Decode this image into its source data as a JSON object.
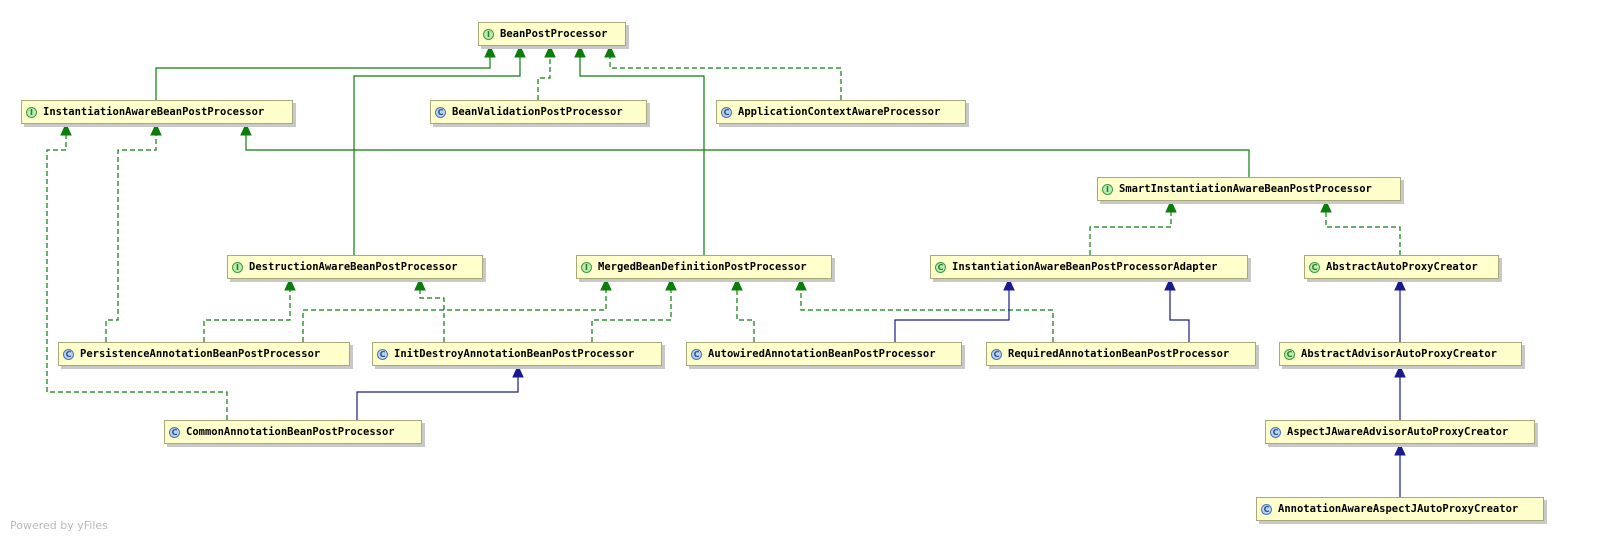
{
  "watermark": "Powered by yFiles",
  "colors": {
    "impl": "#0a7d0a",
    "extends": "#1a1a8c",
    "node_bg": "#ffffcc"
  },
  "nodes": {
    "bpp": {
      "label": "BeanPostProcessor",
      "kind": "interface",
      "icon": "I"
    },
    "iabpp": {
      "label": "InstantiationAwareBeanPostProcessor",
      "kind": "interface",
      "icon": "I"
    },
    "bvpp": {
      "label": "BeanValidationPostProcessor",
      "kind": "class",
      "icon": "C"
    },
    "acap": {
      "label": "ApplicationContextAwareProcessor",
      "kind": "class",
      "icon": "C"
    },
    "siabpp": {
      "label": "SmartInstantiationAwareBeanPostProcessor",
      "kind": "interface",
      "icon": "I"
    },
    "dabpp": {
      "label": "DestructionAwareBeanPostProcessor",
      "kind": "interface",
      "icon": "I"
    },
    "mbdpp": {
      "label": "MergedBeanDefinitionPostProcessor",
      "kind": "interface",
      "icon": "I"
    },
    "iabppa": {
      "label": "InstantiationAwareBeanPostProcessorAdapter",
      "kind": "abstract",
      "icon": "C"
    },
    "aapc": {
      "label": "AbstractAutoProxyCreator",
      "kind": "abstract",
      "icon": "C"
    },
    "pabpp": {
      "label": "PersistenceAnnotationBeanPostProcessor",
      "kind": "class",
      "icon": "C"
    },
    "idabpp": {
      "label": "InitDestroyAnnotationBeanPostProcessor",
      "kind": "class",
      "icon": "C"
    },
    "awabpp": {
      "label": "AutowiredAnnotationBeanPostProcessor",
      "kind": "class",
      "icon": "C"
    },
    "rabpp": {
      "label": "RequiredAnnotationBeanPostProcessor",
      "kind": "class",
      "icon": "C"
    },
    "aaapc": {
      "label": "AbstractAdvisorAutoProxyCreator",
      "kind": "abstract",
      "icon": "C"
    },
    "cabpp": {
      "label": "CommonAnnotationBeanPostProcessor",
      "kind": "class",
      "icon": "C"
    },
    "ajaapc": {
      "label": "AspectJAwareAdvisorAutoProxyCreator",
      "kind": "class",
      "icon": "C"
    },
    "aaajapc": {
      "label": "AnnotationAwareAspectJAutoProxyCreator",
      "kind": "class",
      "icon": "C"
    }
  },
  "edges": [
    {
      "from": "iabpp",
      "to": "bpp",
      "type": "extends-interface"
    },
    {
      "from": "dabpp",
      "to": "bpp",
      "type": "extends-interface"
    },
    {
      "from": "bvpp",
      "to": "bpp",
      "type": "implements"
    },
    {
      "from": "mbdpp",
      "to": "bpp",
      "type": "extends-interface"
    },
    {
      "from": "acap",
      "to": "bpp",
      "type": "implements"
    },
    {
      "from": "siabpp",
      "to": "iabpp",
      "type": "extends-interface"
    },
    {
      "from": "cabpp",
      "to": "iabpp",
      "type": "implements"
    },
    {
      "from": "pabpp",
      "to": "iabpp",
      "type": "implements"
    },
    {
      "from": "iabppa",
      "to": "siabpp",
      "type": "implements"
    },
    {
      "from": "aapc",
      "to": "siabpp",
      "type": "implements"
    },
    {
      "from": "pabpp",
      "to": "dabpp",
      "type": "implements"
    },
    {
      "from": "idabpp",
      "to": "dabpp",
      "type": "implements"
    },
    {
      "from": "pabpp",
      "to": "mbdpp",
      "type": "implements"
    },
    {
      "from": "idabpp",
      "to": "mbdpp",
      "type": "implements"
    },
    {
      "from": "awabpp",
      "to": "mbdpp",
      "type": "implements"
    },
    {
      "from": "rabpp",
      "to": "mbdpp",
      "type": "implements"
    },
    {
      "from": "awabpp",
      "to": "iabppa",
      "type": "extends-class"
    },
    {
      "from": "rabpp",
      "to": "iabppa",
      "type": "extends-class"
    },
    {
      "from": "aaapc",
      "to": "aapc",
      "type": "extends-class"
    },
    {
      "from": "cabpp",
      "to": "idabpp",
      "type": "extends-class"
    },
    {
      "from": "ajaapc",
      "to": "aaapc",
      "type": "extends-class"
    },
    {
      "from": "aaajapc",
      "to": "ajaapc",
      "type": "extends-class"
    }
  ]
}
